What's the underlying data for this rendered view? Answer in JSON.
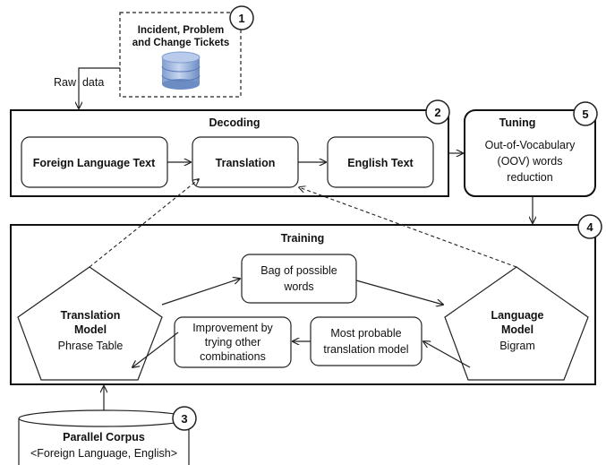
{
  "tickets": {
    "line1": "Incident, Problem",
    "line2": "and Change Tickets"
  },
  "raw_data_label": "Raw  data",
  "decoding": {
    "title": "Decoding",
    "foreign_text": "Foreign Language Text",
    "translation": "Translation",
    "english_text": "English Text"
  },
  "tuning": {
    "title": "Tuning",
    "line1": "Out-of-Vocabulary",
    "line2": "(OOV) words",
    "line3": "reduction"
  },
  "training": {
    "title": "Training",
    "bag": {
      "line1": "Bag of possible",
      "line2": "words"
    },
    "translation_model": {
      "line1": "Translation",
      "line2": "Model",
      "line3": "Phrase Table"
    },
    "language_model": {
      "line1": "Language",
      "line2": "Model",
      "line3": "Bigram"
    },
    "most_probable": {
      "line1": "Most probable",
      "line2": "translation model"
    },
    "improvement": {
      "line1": "Improvement by",
      "line2": "trying other",
      "line3": "combinations"
    }
  },
  "corpus": {
    "title": "Parallel Corpus",
    "subtitle": "<Foreign Language, English>"
  },
  "badges": {
    "b1": "1",
    "b2": "2",
    "b3": "3",
    "b4": "4",
    "b5": "5"
  },
  "colors": {
    "db_top": "#6d8fc8",
    "db_body": "#9fb7e2",
    "line": "#222222"
  }
}
